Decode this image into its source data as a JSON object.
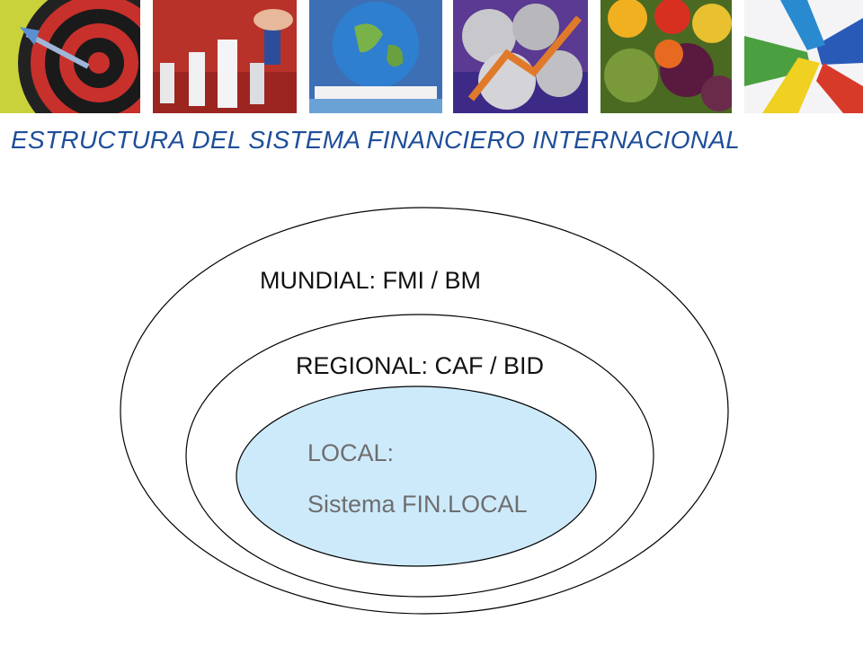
{
  "slide": {
    "title": "ESTRUCTURA DEL SISTEMA FINANCIERO INTERNACIONAL",
    "title_color": "#1f4e9a"
  },
  "banner": {
    "images": [
      {
        "name": "dartboard-image"
      },
      {
        "name": "chess-image"
      },
      {
        "name": "globe-image"
      },
      {
        "name": "coins-image"
      },
      {
        "name": "vegetables-image"
      },
      {
        "name": "hands-image"
      }
    ]
  },
  "diagram": {
    "outer": {
      "label": "MUNDIAL:  FMI / BM"
    },
    "middle": {
      "label": "REGIONAL:  CAF / BID"
    },
    "inner": {
      "label_line1": "LOCAL:",
      "label_line2": "Sistema FIN.LOCAL",
      "fill": "#cdeafb"
    }
  }
}
